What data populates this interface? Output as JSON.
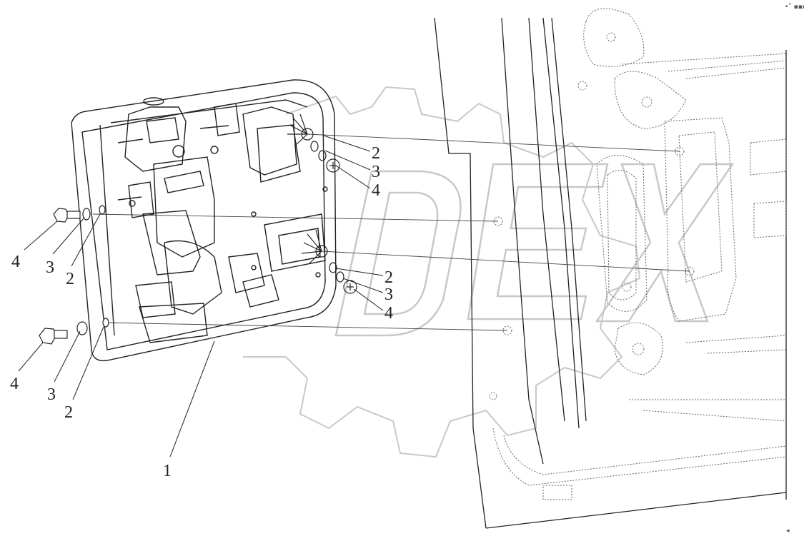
{
  "watermark": {
    "text": "DEX",
    "description": "gear"
  },
  "colors": {
    "line": "#222222",
    "light_line": "#9a9a9a",
    "watermark": "#c8c8c8",
    "background": "#ffffff"
  },
  "callouts": [
    {
      "id": "c-1",
      "label": "1"
    },
    {
      "id": "c-2-a",
      "label": "2"
    },
    {
      "id": "c-3-a",
      "label": "3"
    },
    {
      "id": "c-4-a",
      "label": "4"
    },
    {
      "id": "c-2-b",
      "label": "2"
    },
    {
      "id": "c-3-b",
      "label": "3"
    },
    {
      "id": "c-4-b",
      "label": "4"
    },
    {
      "id": "c-4-c",
      "label": "4"
    },
    {
      "id": "c-3-c",
      "label": "3"
    },
    {
      "id": "c-2-c",
      "label": "2"
    },
    {
      "id": "c-4-d",
      "label": "4"
    },
    {
      "id": "c-3-d",
      "label": "3"
    },
    {
      "id": "c-2-d",
      "label": "2"
    }
  ],
  "corner_marks": {
    "top_right": "•˚ ▪▪▪",
    "bottom_right": "◂"
  }
}
